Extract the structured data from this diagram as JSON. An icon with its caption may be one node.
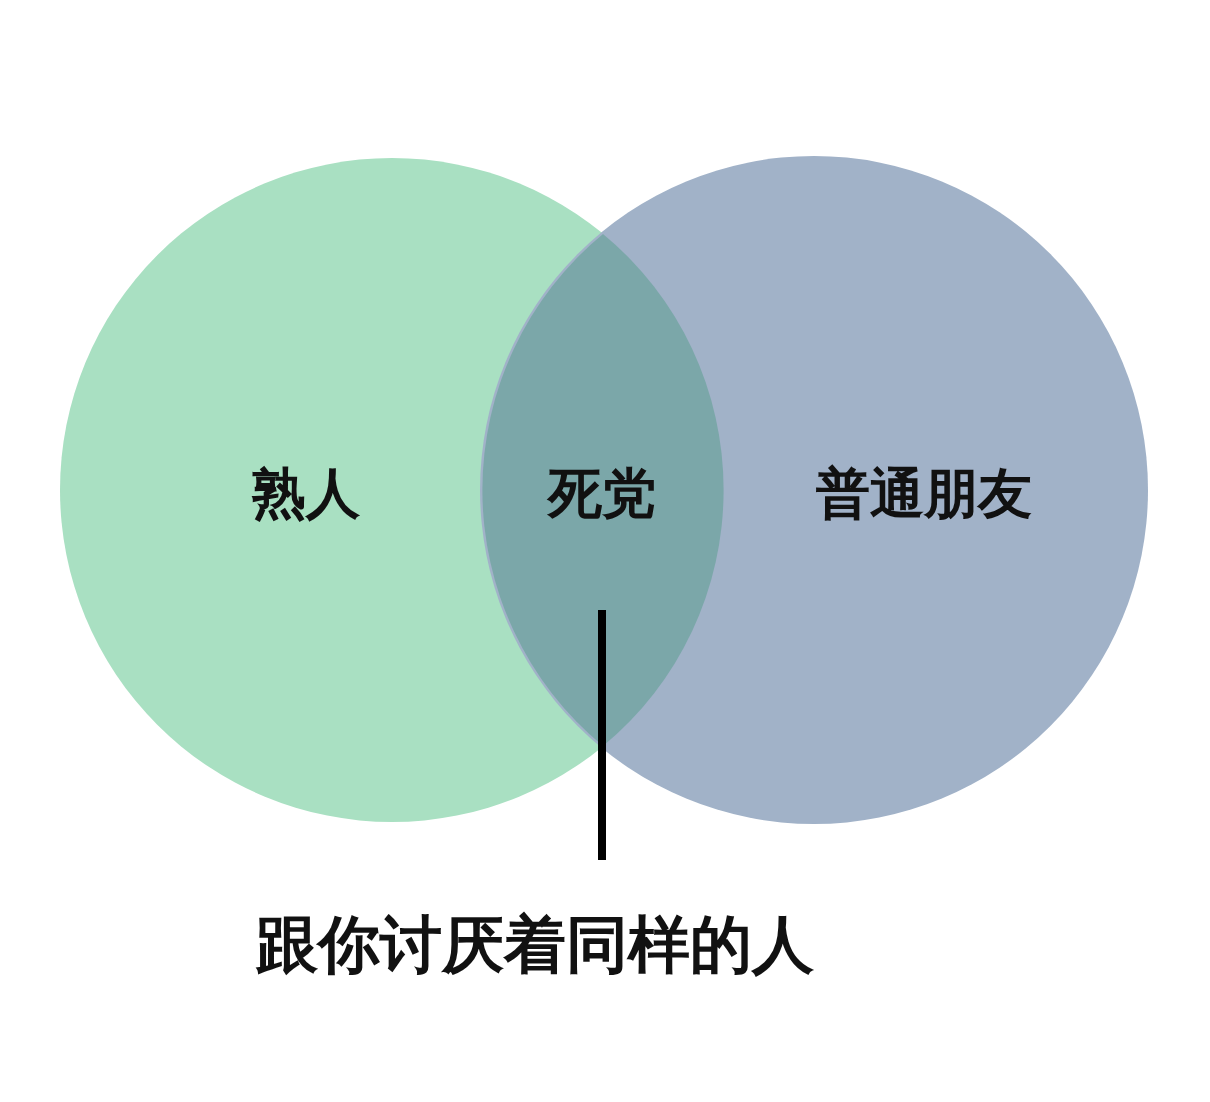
{
  "diagram": {
    "nodes": [
      {
        "text": [
          "熟人"
        ]
      },
      {
        "text": [
          "普通朋友"
        ]
      },
      {
        "text": [
          "死党"
        ]
      },
      {
        "text": [
          "跟你讨厌着同样的人"
        ]
      }
    ],
    "edges": [
      {
        "from": 3,
        "to": 2,
        "arrow": "none"
      }
    ]
  }
}
